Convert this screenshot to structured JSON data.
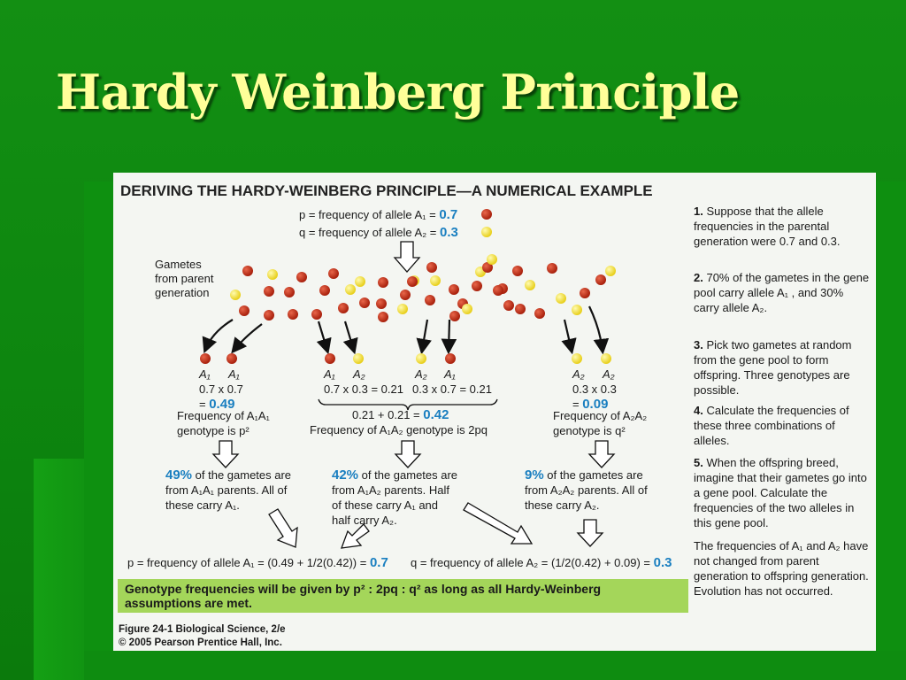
{
  "slide_title": "Hardy Weinberg Principle",
  "figure": {
    "header": "DERIVING THE HARDY-WEINBERG PRINCIPLE—A NUMERICAL EXAMPLE",
    "p_def": "p = frequency of allele A₁ = ",
    "p_val": "0.7",
    "q_def": "q = frequency of allele A₂ = ",
    "q_val": "0.3",
    "gametes_label": [
      "Gametes",
      "from parent",
      "generation"
    ],
    "pairs": [
      {
        "alleles": [
          "A₁",
          "A₁"
        ],
        "calc": "0.7 x 0.7",
        "result": "0.49"
      },
      {
        "alleles": [
          "A₁",
          "A₂"
        ],
        "calc": "0.7 x 0.3 = 0.21"
      },
      {
        "alleles": [
          "A₂",
          "A₁"
        ],
        "calc": "0.3 x 0.7 = 0.21"
      },
      {
        "alleles": [
          "A₂",
          "A₂"
        ],
        "calc": "0.3 x 0.3",
        "result": "0.09"
      }
    ],
    "sum_calc": "0.21 + 0.21 = ",
    "sum_result": "0.42",
    "freq_a1a1": [
      "Frequency of A₁A₁",
      "genotype is p²"
    ],
    "freq_a1a2": "Frequency of A₁A₂ genotype is 2pq",
    "freq_a2a2": [
      "Frequency of A₂A₂",
      "genotype is q²"
    ],
    "block1": {
      "pct": "49%",
      "lines": [
        " of the gametes are",
        "from A₁A₁ parents. All of",
        "these carry A₁."
      ]
    },
    "block2": {
      "pct": "42%",
      "lines": [
        " of the gametes are",
        "from A₁A₂ parents. Half",
        "of these carry A₁ and",
        "half carry A₂."
      ]
    },
    "block3": {
      "pct": "9%",
      "lines": [
        " of the gametes are",
        "from A₂A₂ parents. All of",
        "these carry A₂."
      ]
    },
    "p_final": "p = frequency of allele A₁ = (0.49 + 1/2(0.42)) = ",
    "p_final_val": "0.7",
    "q_final": "q = frequency of allele A₂ = (1/2(0.42) + 0.09) = ",
    "q_final_val": "0.3",
    "genotype_line1": "Genotype frequencies will be given by p² : 2pq : q² as long as all Hardy-Weinberg",
    "genotype_line2": "assumptions are met.",
    "steps": [
      {
        "num": "1.",
        "text": "Suppose that the allele frequencies in the parental generation were 0.7 and 0.3."
      },
      {
        "num": "2.",
        "text": "70% of the gametes in the gene pool carry allele A₁ , and 30% carry allele A₂."
      },
      {
        "num": "3.",
        "text": "Pick two gametes at random from the gene pool to form offspring. Three genotypes are possible."
      },
      {
        "num": "4.",
        "text": "Calculate the frequencies of these three combinations of alleles."
      },
      {
        "num": "5.",
        "text": "When the offspring breed, imagine that their gametes go into a gene pool. Calculate the frequencies of the two alleles in this gene pool."
      }
    ],
    "conclusion": "The frequencies of A₁ and A₂ have not changed from parent generation to offspring generation. Evolution has not occurred.",
    "caption_line1": "Figure 24-1  Biological Science, 2/e",
    "caption_line2": "© 2005 Pearson Prentice Hall, Inc.",
    "colors": {
      "a1_allele": "#c0301a",
      "a2_allele": "#f2e033",
      "highlight": "#1a7fc0",
      "bar": "#a4d65a"
    }
  }
}
